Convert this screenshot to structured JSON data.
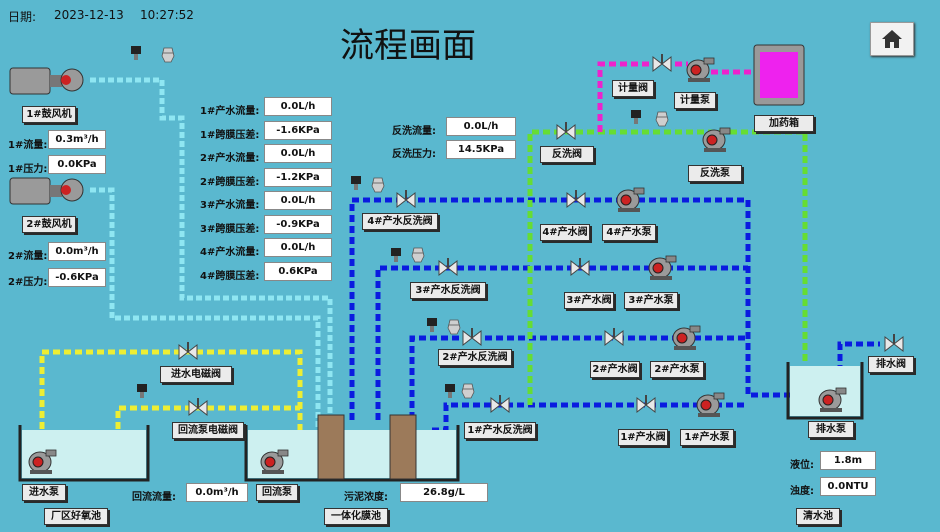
{
  "header": {
    "date_label": "日期:",
    "date_value": "2023-12-13",
    "time_value": "10:27:52",
    "title": "流程画面",
    "home_icon": "home-icon"
  },
  "blowers": {
    "blower1_label": "1#鼓风机",
    "blower2_label": "2#鼓风机",
    "b1_flow_label": "1#流量:",
    "b1_flow_value": "0.3m³/h",
    "b1_pressure_label": "1#压力:",
    "b1_pressure_value": "0.0KPa",
    "b2_flow_label": "2#流量:",
    "b2_flow_value": "0.0m³/h",
    "b2_pressure_label": "2#压力:",
    "b2_pressure_value": "-0.6KPa"
  },
  "membranes": [
    {
      "flow_label": "1#产水流量:",
      "flow_value": "0.0L/h",
      "tmp_label": "1#跨膜压差:",
      "tmp_value": "-1.6KPa"
    },
    {
      "flow_label": "2#产水流量:",
      "flow_value": "0.0L/h",
      "tmp_label": "2#跨膜压差:",
      "tmp_value": "-1.2KPa"
    },
    {
      "flow_label": "3#产水流量:",
      "flow_value": "0.0L/h",
      "tmp_label": "3#跨膜压差:",
      "tmp_value": "-0.9KPa"
    },
    {
      "flow_label": "4#产水流量:",
      "flow_value": "0.0L/h",
      "tmp_label": "4#跨膜压差:",
      "tmp_value": "0.6KPa"
    }
  ],
  "backwash": {
    "flow_label": "反洗流量:",
    "flow_value": "0.0L/h",
    "pressure_label": "反洗压力:",
    "pressure_value": "14.5KPa",
    "valve_label": "反洗阀",
    "pump_label": "反洗泵"
  },
  "dosing": {
    "valve_label": "计量阀",
    "pump_label": "计量泵",
    "tank_label": "加药箱"
  },
  "lines": [
    {
      "backwash_valve": "1#产水反洗阀",
      "valve": "1#产水阀",
      "pump": "1#产水泵"
    },
    {
      "backwash_valve": "2#产水反洗阀",
      "valve": "2#产水阀",
      "pump": "2#产水泵"
    },
    {
      "backwash_valve": "3#产水反洗阀",
      "valve": "3#产水阀",
      "pump": "3#产水泵"
    },
    {
      "backwash_valve": "4#产水反洗阀",
      "valve": "4#产水阀",
      "pump": "4#产水泵"
    }
  ],
  "tanks": {
    "intake_solenoid": "进水电磁阀",
    "return_solenoid": "回流泵电磁阀",
    "intake_pump": "进水泵",
    "return_pump": "回流泵",
    "return_flow_label": "回流流量:",
    "return_flow_value": "0.0m³/h",
    "sludge_label": "污泥浓度:",
    "sludge_value": "26.8g/L",
    "anoxic_tank": "厂区好氧池",
    "membrane_tank": "一体化膜池",
    "clear_tank": "清水池",
    "drain_valve": "排水阀",
    "drain_pump": "排水泵",
    "level_label": "液位:",
    "level_value": "1.8m",
    "turbidity_label": "浊度:",
    "turbidity_value": "0.0NTU"
  },
  "colors": {
    "background": "#5ab8cf",
    "air_pipe": "#8fe6f2",
    "water_pipe": "#0a1be0",
    "backwash_pipe": "#66dd33",
    "dosing_pipe": "#ee22cc",
    "sludge_pipe": "#eeee33",
    "tank_water": "#cdf0f0",
    "dosing_tank": "#ee22ee"
  }
}
